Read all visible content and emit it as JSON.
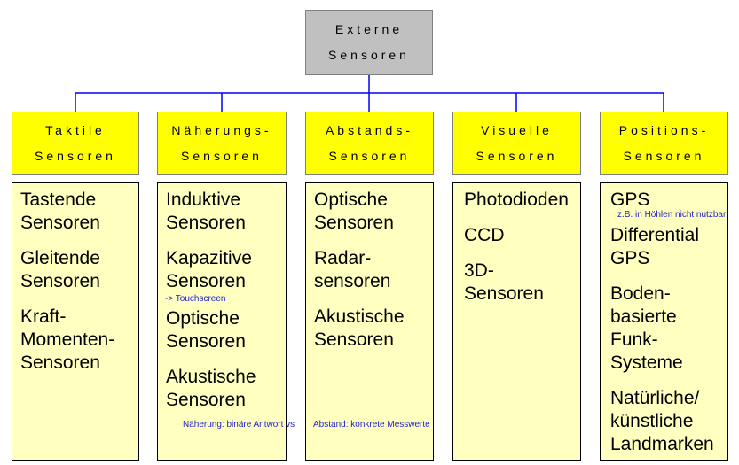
{
  "root": {
    "line1": "Externe",
    "line2": "Sensoren"
  },
  "categories": [
    {
      "line1": "Taktile",
      "line2": "Sensoren",
      "items": [
        "Tastende\nSensoren",
        "Gleitende\nSensoren",
        "Kraft-\nMomenten-\n Sensoren"
      ]
    },
    {
      "line1": "Näherungs-",
      "line2": "Sensoren",
      "items": [
        "Induktive\nSensoren",
        "Kapazitive\nSensoren",
        "Optische\nSensoren",
        "Akustische\nSensoren"
      ]
    },
    {
      "line1": "Abstands-",
      "line2": "Sensoren",
      "items": [
        "Optische\nSensoren",
        "Radar-\nsensoren",
        "Akustische\nSensoren"
      ]
    },
    {
      "line1": "Visuelle",
      "line2": "Sensoren",
      "items": [
        "Photodioden",
        "CCD",
        "3D-\nSensoren"
      ]
    },
    {
      "line1": "Positions-",
      "line2": "Sensoren",
      "items": [
        "GPS",
        "Differential\nGPS",
        "Boden-\nbasierte\nFunk-\nSysteme",
        "Natürliche/\nkünstliche\nLandmarken"
      ]
    }
  ],
  "notes": {
    "touchscreen": "-> Touchscreen",
    "gps_caves": "z.B. in Höhlen nicht nutzbar",
    "proximity": "Näherung: binäre Antwort vs",
    "distance": "Abstand: konkrete Messwerte"
  },
  "colors": {
    "connector": "#0000ff",
    "root_fill": "#c0c0c0",
    "category_fill": "#ffff00",
    "list_fill": "#ffffc0",
    "note_text": "#2323c8"
  }
}
